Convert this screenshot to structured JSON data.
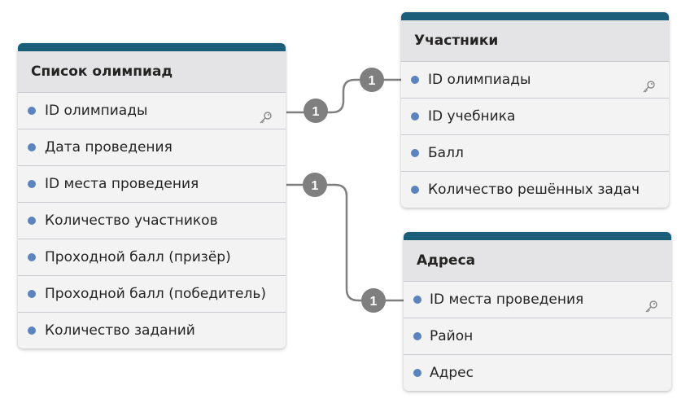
{
  "tables": [
    {
      "title": "Список олимпиад",
      "fields": [
        {
          "label": "ID олимпиады",
          "key": true
        },
        {
          "label": "Дата проведения",
          "key": false
        },
        {
          "label": "ID места проведения",
          "key": false
        },
        {
          "label": "Количество участников",
          "key": false
        },
        {
          "label": "Проходной балл (призёр)",
          "key": false
        },
        {
          "label": "Проходной балл (победитель)",
          "key": false
        },
        {
          "label": "Количество заданий",
          "key": false
        }
      ]
    },
    {
      "title": "Участники",
      "fields": [
        {
          "label": "ID олимпиады",
          "key": true
        },
        {
          "label": "ID учебника",
          "key": false
        },
        {
          "label": "Балл",
          "key": false
        },
        {
          "label": "Количество решённых задач",
          "key": false
        }
      ]
    },
    {
      "title": "Адреса",
      "fields": [
        {
          "label": "ID места проведения",
          "key": true
        },
        {
          "label": "Район",
          "key": false
        },
        {
          "label": "Адрес",
          "key": false
        }
      ]
    }
  ],
  "relationships": [
    {
      "from": "Список олимпиад.ID олимпиады",
      "from_cardinality": "1",
      "to": "Участники.ID олимпиады",
      "to_cardinality": "1"
    },
    {
      "from": "Список олимпиад.ID места проведения",
      "from_cardinality": "1",
      "to": "Адреса.ID места проведения",
      "to_cardinality": "1"
    }
  ],
  "colors": {
    "header_bar": "#1b5e7a",
    "field_dot": "#5b83bd",
    "connector": "#7f7f7f",
    "badge": "#7f7f7f"
  },
  "icons": {
    "primary_key": "key-icon",
    "field": "field-dot-icon"
  }
}
